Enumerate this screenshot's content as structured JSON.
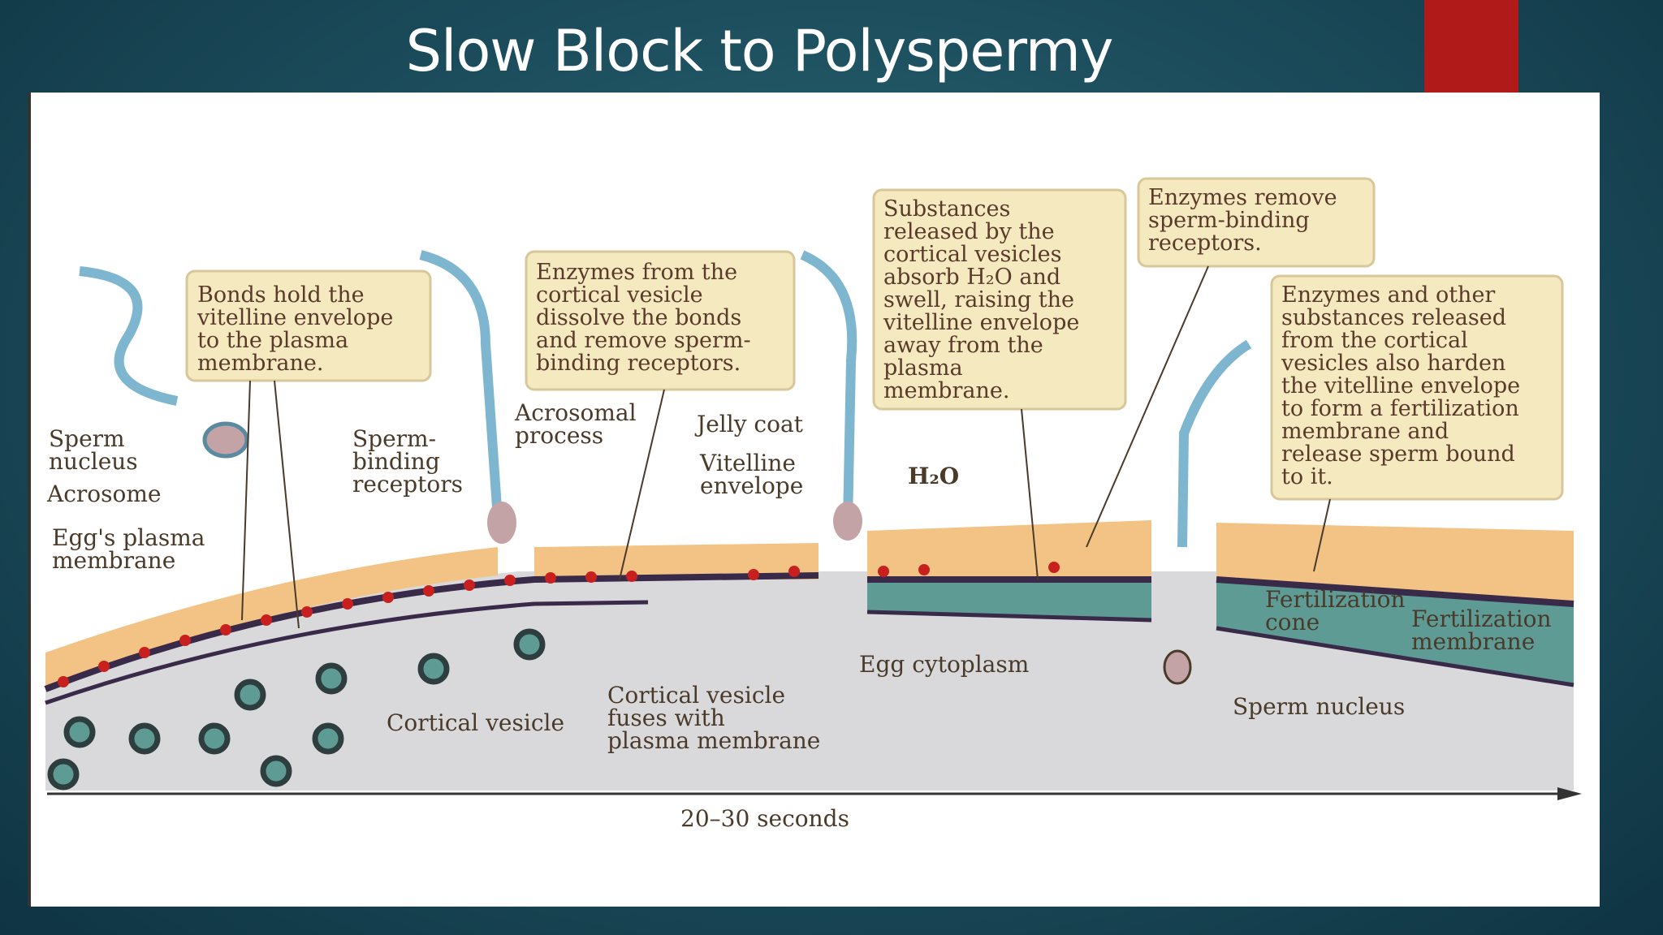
{
  "slide": {
    "title": "Slow Block to Polyspermy",
    "accent_color": "#b01a18"
  },
  "diagram": {
    "callouts": [
      {
        "lines": [
          "Bonds hold the",
          "vitelline envelope",
          "to the plasma",
          "membrane."
        ]
      },
      {
        "lines": [
          "Enzymes from the",
          "cortical vesicle",
          "dissolve the bonds",
          "and remove sperm-",
          "binding receptors."
        ]
      },
      {
        "lines": [
          "Substances",
          "released by the",
          "cortical vesicles",
          "absorb H₂O and",
          "swell, raising the",
          "vitelline envelope",
          "away from the",
          "plasma",
          "membrane."
        ]
      },
      {
        "lines": [
          "Enzymes remove",
          "sperm-binding",
          "receptors."
        ]
      },
      {
        "lines": [
          "Enzymes and other",
          "substances released",
          "from the cortical",
          "vesicles also harden",
          "the vitelline envelope",
          "to form a fertilization",
          "membrane and",
          "release sperm bound",
          "to it."
        ]
      }
    ],
    "labels": {
      "sperm_nucleus_left": [
        "Sperm",
        "nucleus"
      ],
      "acrosome": "Acrosome",
      "egg_plasma_membrane": [
        "Egg's plasma",
        "membrane"
      ],
      "sperm_binding_receptors": [
        "Sperm-",
        "binding",
        "receptors"
      ],
      "acrosomal_process": [
        "Acrosomal",
        "process"
      ],
      "jelly_coat": "Jelly coat",
      "vitelline_envelope": [
        "Vitelline",
        "envelope"
      ],
      "h2o": "H₂O",
      "egg_cytoplasm": "Egg cytoplasm",
      "cortical_vesicle": "Cortical vesicle",
      "cortical_vesicle_fuses": [
        "Cortical vesicle",
        "fuses with",
        "plasma membrane"
      ],
      "fertilization_cone": [
        "Fertilization",
        "cone"
      ],
      "fertilization_membrane": [
        "Fertilization",
        "membrane"
      ],
      "sperm_nucleus_right": "Sperm nucleus",
      "time_axis": "20–30 seconds"
    },
    "colors": {
      "jelly": "#f2c384",
      "vitelline": "#3a2a4a",
      "cytoplasm": "#d9d9dc",
      "teal": "#5f9b95",
      "sperm": "#7fb6cf",
      "receptor_dot": "#c8201e"
    }
  }
}
